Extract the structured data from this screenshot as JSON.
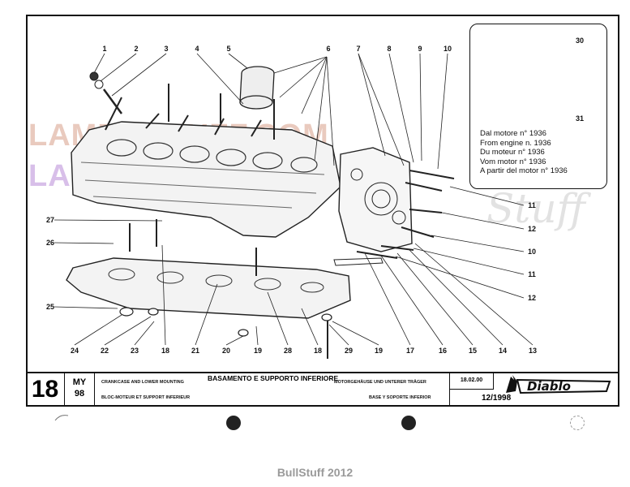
{
  "callouts_top": [
    "1",
    "2",
    "3",
    "4",
    "5",
    "6",
    "7",
    "8",
    "9",
    "10"
  ],
  "callouts_right": [
    "11",
    "12",
    "10",
    "11",
    "12"
  ],
  "callouts_left": [
    "27",
    "26",
    "25"
  ],
  "callouts_bottom": [
    "24",
    "22",
    "23",
    "18",
    "21",
    "20",
    "19",
    "28",
    "18",
    "29",
    "19",
    "17",
    "16",
    "15",
    "14",
    "13"
  ],
  "inset": {
    "callouts": [
      "30",
      "31"
    ],
    "note": [
      "Dal motore n° 1936",
      "From engine n. 1936",
      "Du moteur n° 1936",
      "Vom motor n° 1936",
      "A partir del motor n° 1936"
    ]
  },
  "titleblock": {
    "page_number": "18",
    "model_year_label": "MY",
    "model_year": "98",
    "title_en": "CRANKCASE AND LOWER MOUNTING",
    "title_it": "BASAMENTO E SUPPORTO INFERIORE",
    "title_de": "MOTORGEHÄUSE UND UNTERER TRÄGER",
    "title_fr": "BLOC-MOTEUR ET SUPPORT INFERIEUR",
    "title_es": "BASE Y SOPORTE INFERIOR",
    "date_code": "18.02.00",
    "issue_date": "12/1998",
    "brand": "Diablo"
  },
  "watermarks": [
    "LAMBOSTUFF.COM",
    "LAMBOSTUFF.COM",
    "Stuff"
  ],
  "footer": "BullStuff 2012"
}
